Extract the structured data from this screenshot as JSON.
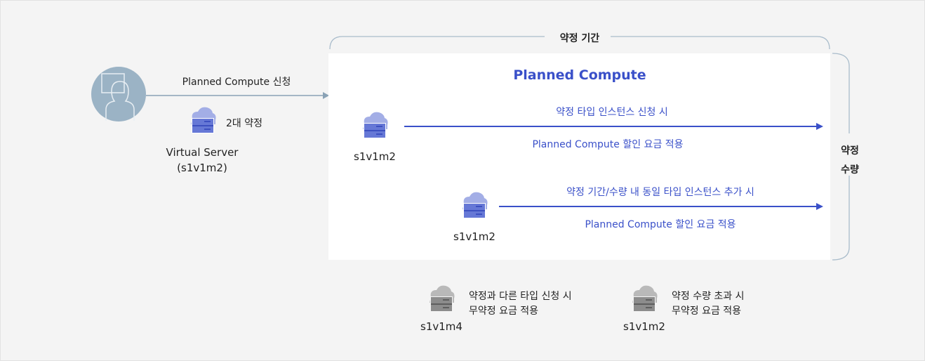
{
  "period_label": "약정 기간",
  "quantity_label": [
    "약정",
    "수량"
  ],
  "request": {
    "label": "Planned Compute 신청",
    "count": "2대 약정",
    "server_name": "Virtual Server",
    "server_type": "(s1v1m2)"
  },
  "panel": {
    "title": "Planned Compute",
    "rows": [
      {
        "type": "s1v1m2",
        "top": "약정 타입 인스턴스 신청 시",
        "bottom": "Planned Compute 할인 요금 적용"
      },
      {
        "type": "s1v1m2",
        "top": "약정 기간/수량 내 동일 타입 인스턴스 추가 시",
        "bottom": "Planned Compute 할인 요금 적용"
      }
    ]
  },
  "outside": [
    {
      "type": "s1v1m4",
      "line1": "약정과 다른 타입 신청 시",
      "line2": "무약정 요금 적용"
    },
    {
      "type": "s1v1m2",
      "line1": "약정 수량 초과 시",
      "line2": "무약정 요금 적용"
    }
  ],
  "colors": {
    "accent": "#3a50c9",
    "gray_arrow": "#8aa2b5"
  }
}
